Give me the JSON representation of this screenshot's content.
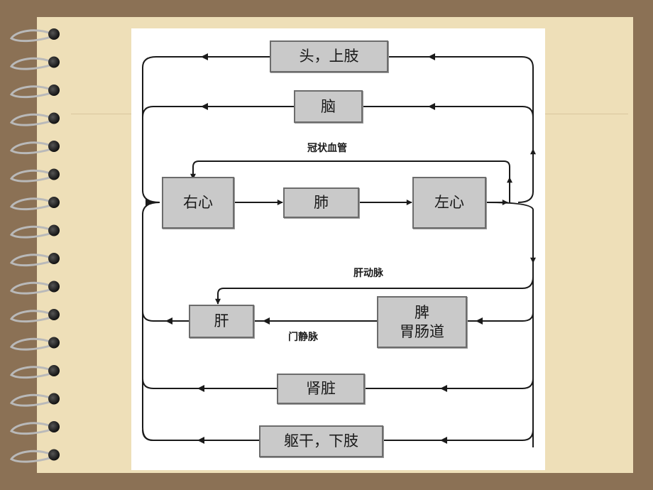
{
  "diagram": {
    "organs": {
      "head_limbs": "头，上肢",
      "brain": "脑",
      "right_heart": "右心",
      "lung": "肺",
      "left_heart": "左心",
      "liver": "肝",
      "spleen_gi": "脾\n胃肠道",
      "kidney": "肾脏",
      "trunk_lower": "躯干，下肢"
    },
    "vessels": {
      "coronary": "冠状血管",
      "hepatic_artery": "肝动脉",
      "portal_vein": "门静脉"
    }
  }
}
